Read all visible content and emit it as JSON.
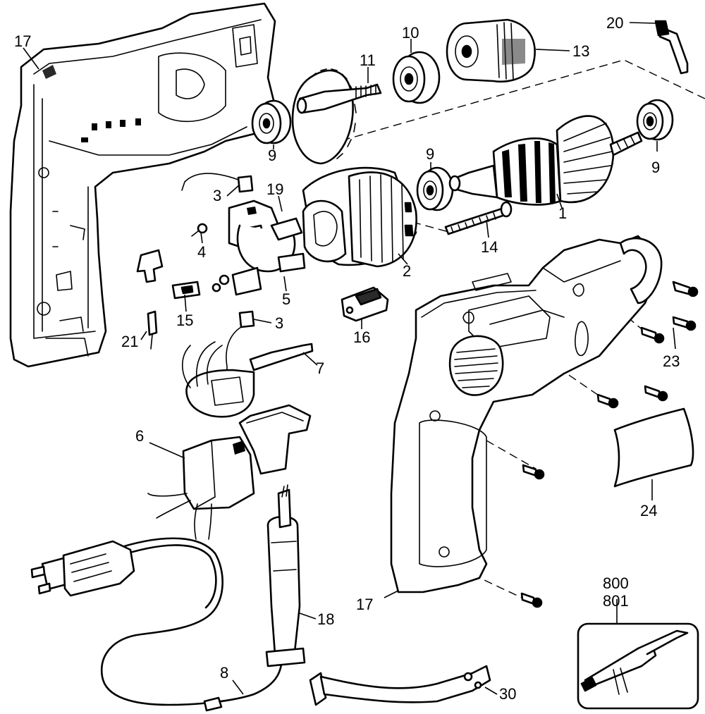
{
  "callouts": {
    "c17_top": "17",
    "c20": "20",
    "c10": "10",
    "c13": "13",
    "c11": "11",
    "c9_left": "9",
    "c9_mid": "9",
    "c9_right": "9",
    "c3_upper": "3",
    "c19": "19",
    "c1": "1",
    "c4": "4",
    "c14": "14",
    "c2": "2",
    "c5": "5",
    "c15": "15",
    "c16": "16",
    "c3_lower": "3",
    "c21": "21",
    "c7": "7",
    "c23": "23",
    "c6": "6",
    "c24": "24",
    "c18": "18",
    "c17_bottom": "17",
    "c800": "800",
    "c801": "801",
    "c8": "8",
    "c30": "30"
  }
}
